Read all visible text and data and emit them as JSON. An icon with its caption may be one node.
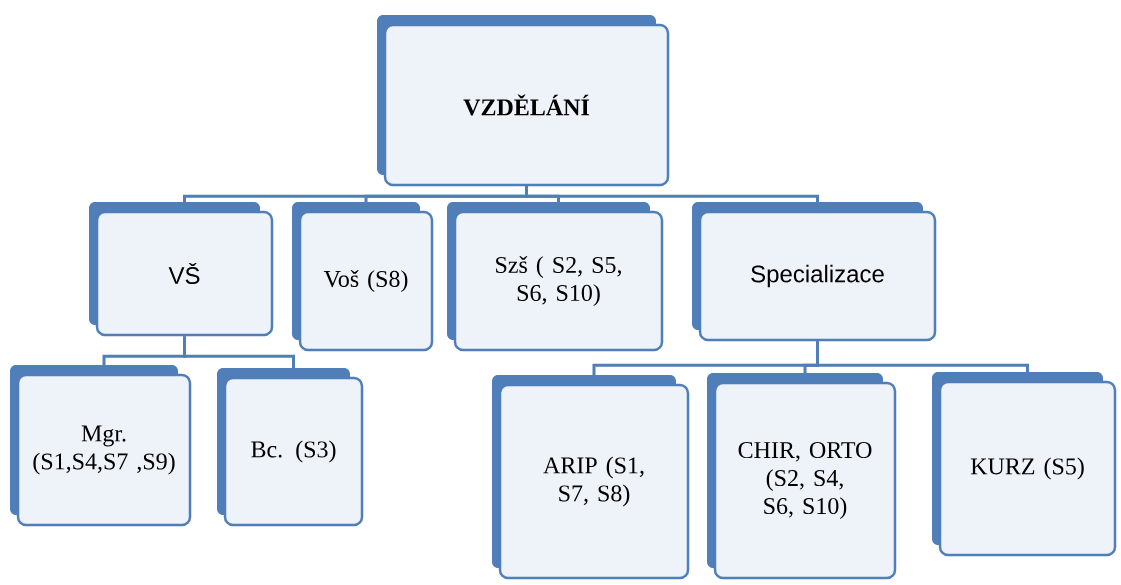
{
  "diagram": {
    "nodes": [
      {
        "text": [
          "VZDĚLÁNÍ"
        ]
      },
      {
        "text": [
          "VŠ"
        ]
      },
      {
        "text": [
          "Voš (S8)"
        ]
      },
      {
        "text": [
          "Szš ( S2, S5, S6, S10)"
        ]
      },
      {
        "text": [
          "Specializace"
        ]
      },
      {
        "text": [
          "Mgr. (S1,S4,S7 ,S9)"
        ]
      },
      {
        "text": [
          "Bc. (S3)"
        ]
      },
      {
        "text": [
          "ARIP (S1, S7, S8)"
        ]
      },
      {
        "text": [
          "CHIR, ORTO (S2, S4, S6, S10)"
        ]
      },
      {
        "text": [
          "KURZ (S5)"
        ]
      }
    ],
    "edges": [
      {
        "from": 0,
        "to": 1,
        "arrow": "none"
      },
      {
        "from": 0,
        "to": 2,
        "arrow": "none"
      },
      {
        "from": 0,
        "to": 3,
        "arrow": "none"
      },
      {
        "from": 0,
        "to": 4,
        "arrow": "none"
      },
      {
        "from": 1,
        "to": 5,
        "arrow": "none"
      },
      {
        "from": 1,
        "to": 6,
        "arrow": "none"
      },
      {
        "from": 4,
        "to": 7,
        "arrow": "none"
      },
      {
        "from": 4,
        "to": 8,
        "arrow": "none"
      },
      {
        "from": 4,
        "to": 9,
        "arrow": "none"
      }
    ]
  }
}
